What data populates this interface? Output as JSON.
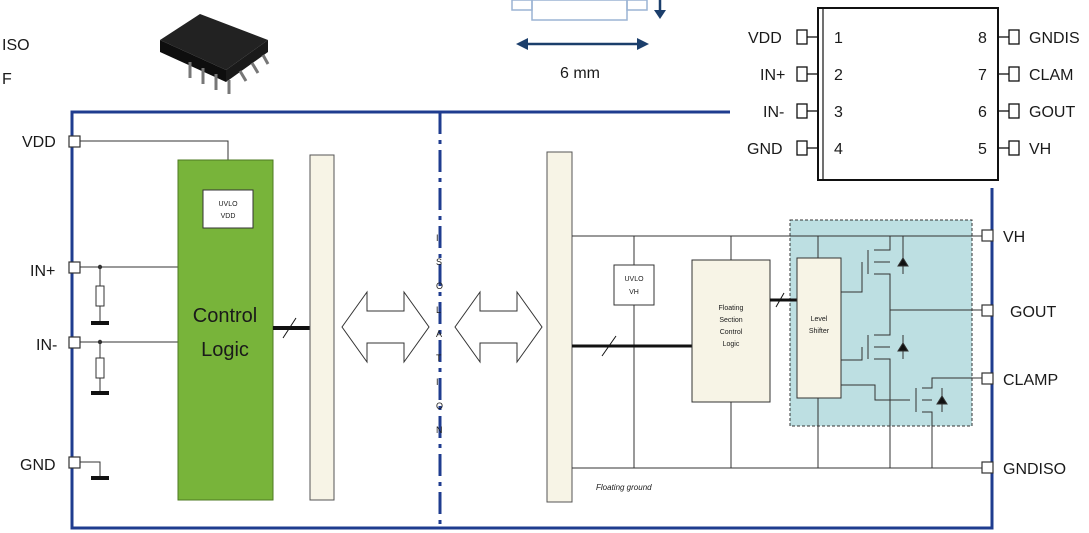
{
  "left_cut_labels": [
    "ISO",
    "F"
  ],
  "dimension": {
    "label": "6 mm"
  },
  "pinout": {
    "left": [
      {
        "name": "VDD",
        "num": "1"
      },
      {
        "name": "IN+",
        "num": "2"
      },
      {
        "name": "IN-",
        "num": "3"
      },
      {
        "name": "GND",
        "num": "4"
      }
    ],
    "right": [
      {
        "num": "8",
        "name": "GNDIS"
      },
      {
        "num": "7",
        "name": "CLAM"
      },
      {
        "num": "6",
        "name": "GOUT"
      },
      {
        "num": "5",
        "name": "VH"
      }
    ]
  },
  "inputs": {
    "vdd": "VDD",
    "in_plus": "IN+",
    "in_minus": "IN-",
    "gnd": "GND"
  },
  "outputs": {
    "vh": "VH",
    "gout": "GOUT",
    "clamp": "CLAMP",
    "gndiso": "GNDISO"
  },
  "blocks": {
    "uvlo_vdd": [
      "UVLO",
      "VDD"
    ],
    "control_logic": [
      "Control",
      "Logic"
    ],
    "uvlo_vh": [
      "UVLO",
      "VH"
    ],
    "floating_logic": [
      "Floating",
      "Section",
      "Control",
      "Logic"
    ],
    "level_shifter": [
      "Level",
      "Shifter"
    ],
    "floating_ground": "Floating ground"
  },
  "isolation_letters": [
    "I",
    "S",
    "O",
    "L",
    "A",
    "T",
    "I",
    "O",
    "N"
  ],
  "colors": {
    "border": "#1f3c8f",
    "control_logic": "#78b43a",
    "bus": "#f7f4e6",
    "output_stage": "#bddfe2"
  }
}
